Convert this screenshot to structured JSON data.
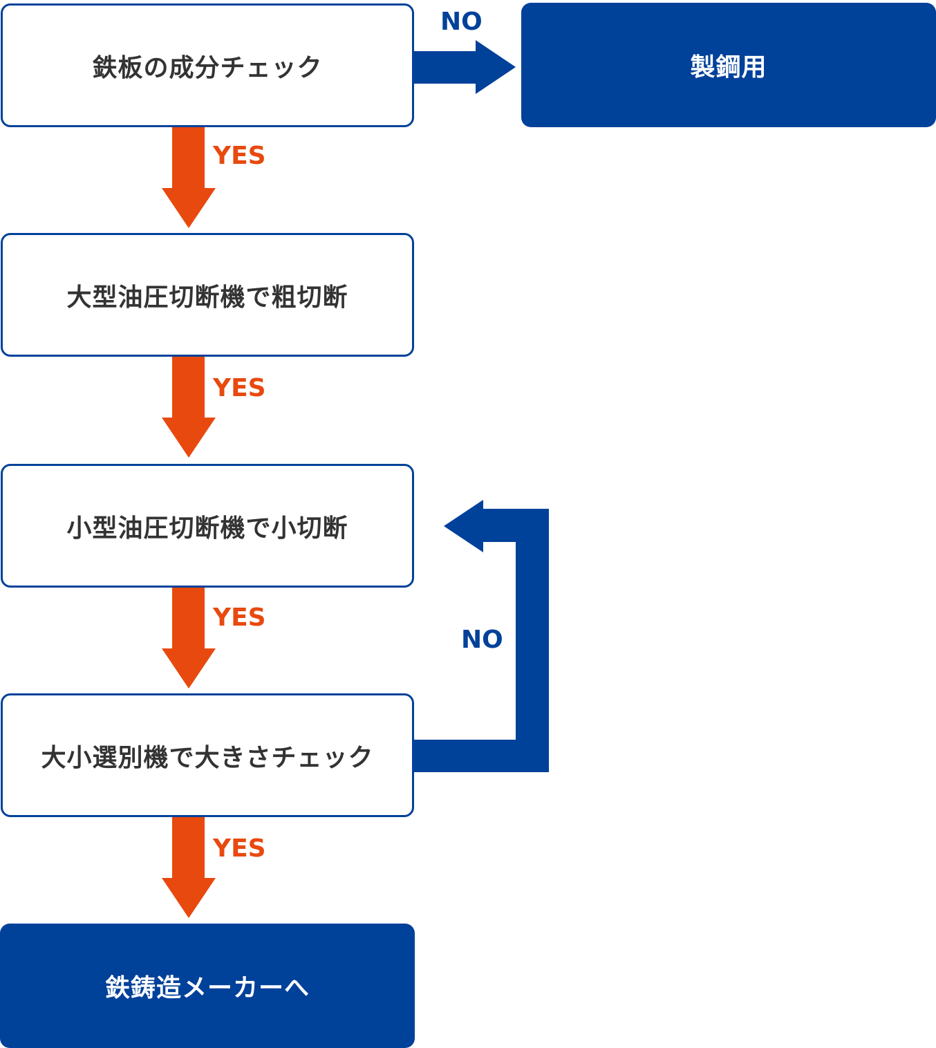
{
  "colors": {
    "primary": "#00419a",
    "yes": "#e8490f",
    "text": "#333333"
  },
  "nodes": {
    "component_check": "鉄板の成分チェック",
    "steelmaking": "製鋼用",
    "rough_cut": "大型油圧切断機で粗切断",
    "small_cut": "小型油圧切断機で小切断",
    "size_check": "大小選別機で大きさチェック",
    "foundry": "鉄鋳造メーカーへ"
  },
  "labels": {
    "no_top": "NO",
    "yes_1": "YES",
    "yes_2": "YES",
    "yes_3": "YES",
    "no_loop": "NO",
    "yes_4": "YES"
  }
}
